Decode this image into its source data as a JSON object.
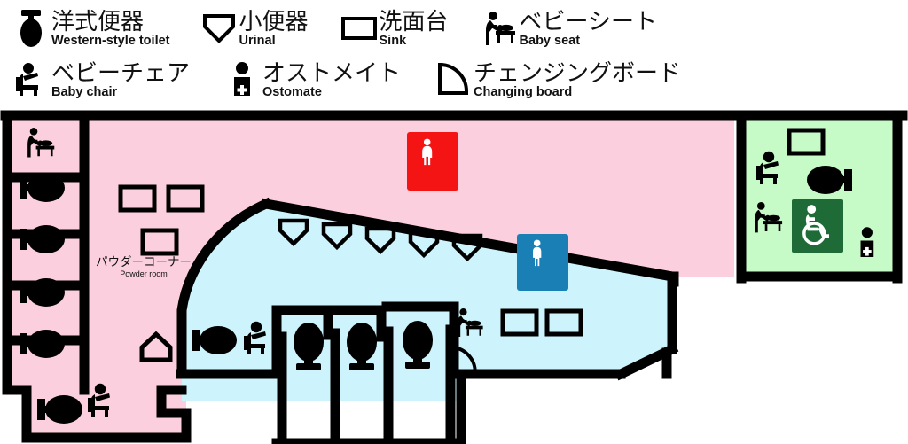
{
  "legend": {
    "rows": [
      {
        "items": [
          {
            "icon": "western-style-toilet-icon",
            "ja": "洋式便器",
            "en": "Western-style toilet"
          },
          {
            "icon": "urinal-icon",
            "ja": "小便器",
            "en": "Urinal"
          },
          {
            "icon": "sink-icon",
            "ja": "洗面台",
            "en": "Sink"
          },
          {
            "icon": "baby-seat-icon",
            "ja": "ベビーシート",
            "en": "Baby seat"
          }
        ]
      },
      {
        "items": [
          {
            "icon": "baby-chair-icon",
            "ja": "ベビーチェア",
            "en": "Baby chair"
          },
          {
            "icon": "ostomate-icon",
            "ja": "オストメイト",
            "en": "Ostomate"
          },
          {
            "icon": "changing-board-icon",
            "ja": "チェンジングボード",
            "en": "Changing board"
          }
        ]
      }
    ]
  },
  "plan": {
    "labels": {
      "powder_room_ja": "パウダーコーナー",
      "powder_room_en": "Powder room"
    },
    "rooms": [
      {
        "name": "womens-restroom",
        "color": "#fbcfdd",
        "sign": "womens-sign",
        "sign_color": "#f51414"
      },
      {
        "name": "mens-restroom",
        "color": "#cdf4fc",
        "sign": "mens-sign",
        "sign_color": "#1a7fb5"
      },
      {
        "name": "accessible-restroom",
        "color": "#c6fbc8",
        "sign": "wheelchair-sign",
        "sign_color": "#1e6b37"
      }
    ],
    "colors": {
      "wall": "#000000",
      "pink": "#fbcfdd",
      "blue": "#cdf4fc",
      "green": "#c6fbc8",
      "womens_sign_bg": "#f51414",
      "mens_sign_bg": "#1a7fb5",
      "wheelchair_sign_bg": "#1e6b37",
      "sign_fg": "#ffffff"
    },
    "fixture_counts": {
      "womens_toilets": 5,
      "mens_toilets": 4,
      "urinals": 5,
      "accessible_toilets": 1,
      "sinks_powder_room": 3,
      "sinks_mens": 2,
      "sinks_accessible": 1,
      "baby_seats": 3,
      "baby_chairs": 3,
      "changing_boards": 1,
      "ostomate": 1
    }
  }
}
